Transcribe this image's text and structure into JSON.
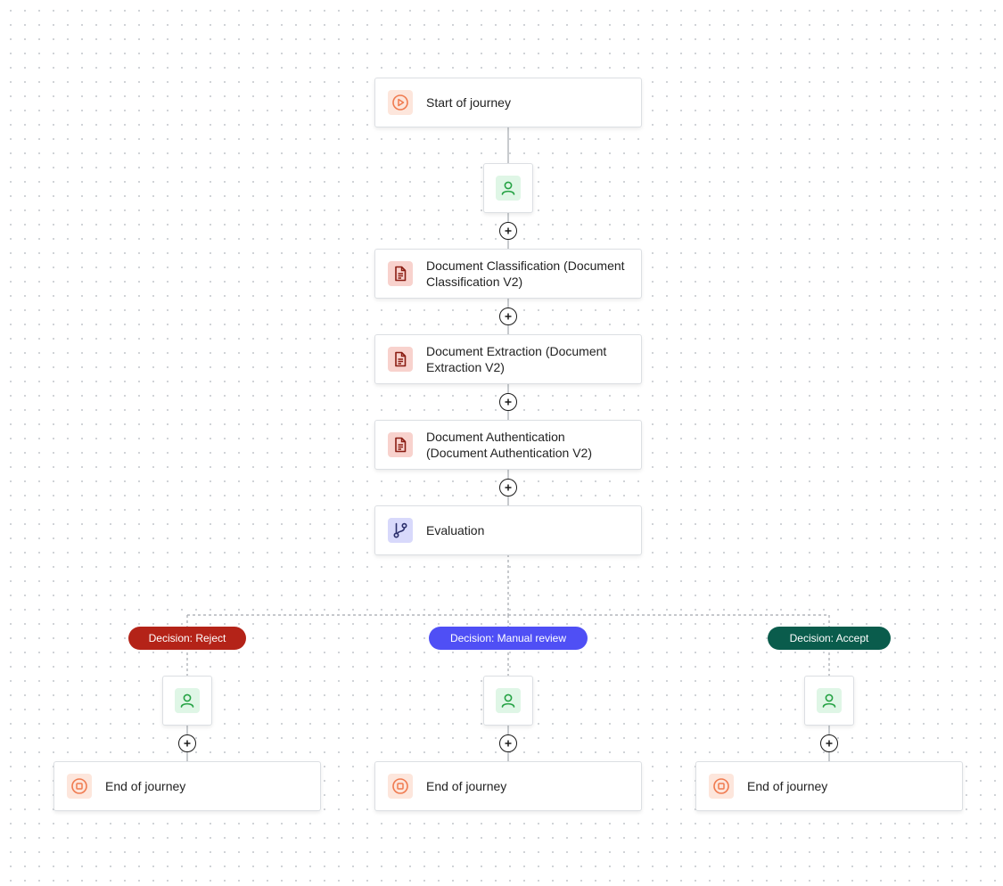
{
  "nodes": {
    "start": {
      "label": "Start of journey",
      "icon": "play-icon"
    },
    "classification": {
      "label": "Document Classification (Document Classification V2)",
      "icon": "document-icon"
    },
    "extraction": {
      "label": "Document Extraction (Document Extraction V2)",
      "icon": "document-icon"
    },
    "authentication": {
      "label": "Document Authentication (Document Authentication V2)",
      "icon": "document-icon"
    },
    "evaluation": {
      "label": "Evaluation",
      "icon": "branch-icon"
    }
  },
  "branches": [
    {
      "decision": "Decision: Reject",
      "color": "#b42318",
      "end_label": "End of journey"
    },
    {
      "decision": "Decision: Manual review",
      "color": "#4f4ff5",
      "end_label": "End of journey"
    },
    {
      "decision": "Decision: Accept",
      "color": "#0a5c4c",
      "end_label": "End of journey"
    }
  ],
  "colors": {
    "orange_icon": "#f07a4f",
    "document_icon": "#8a1c12",
    "branch_icon": "#2a2e6b",
    "person_icon": "#25a244",
    "connector": "#9aa0a6"
  }
}
